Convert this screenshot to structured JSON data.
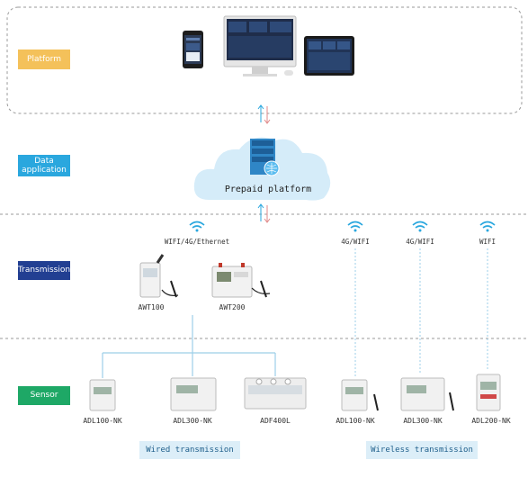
{
  "layers": {
    "platform": "Platform",
    "data_application": "Data\napplication",
    "transmission": "Transmission",
    "sensor": "Sensor"
  },
  "cloud": {
    "label": "Prepaid platform"
  },
  "network": {
    "wired": "WIFI/4G/Ethernet",
    "wireless_1": "4G/WIFI",
    "wireless_2": "4G/WIFI",
    "wireless_3": "WIFI"
  },
  "gateways": {
    "awt100": "AWT100",
    "awt200": "AWT200"
  },
  "meters": {
    "adl100_wired": "ADL100-NK",
    "adl300_wired": "ADL300-NK",
    "adf400l": "ADF400L",
    "adl100_wireless": "ADL100-NK",
    "adl300_wireless": "ADL300-NK",
    "adl200": "ADL200-NK"
  },
  "legend": {
    "wired": "Wired transmission",
    "wireless": "Wireless transmission"
  },
  "colors": {
    "platform": "#f4c15a",
    "data": "#2aa7de",
    "transmission": "#223f92",
    "sensor": "#1ea866",
    "link": "#9ccfe8"
  }
}
